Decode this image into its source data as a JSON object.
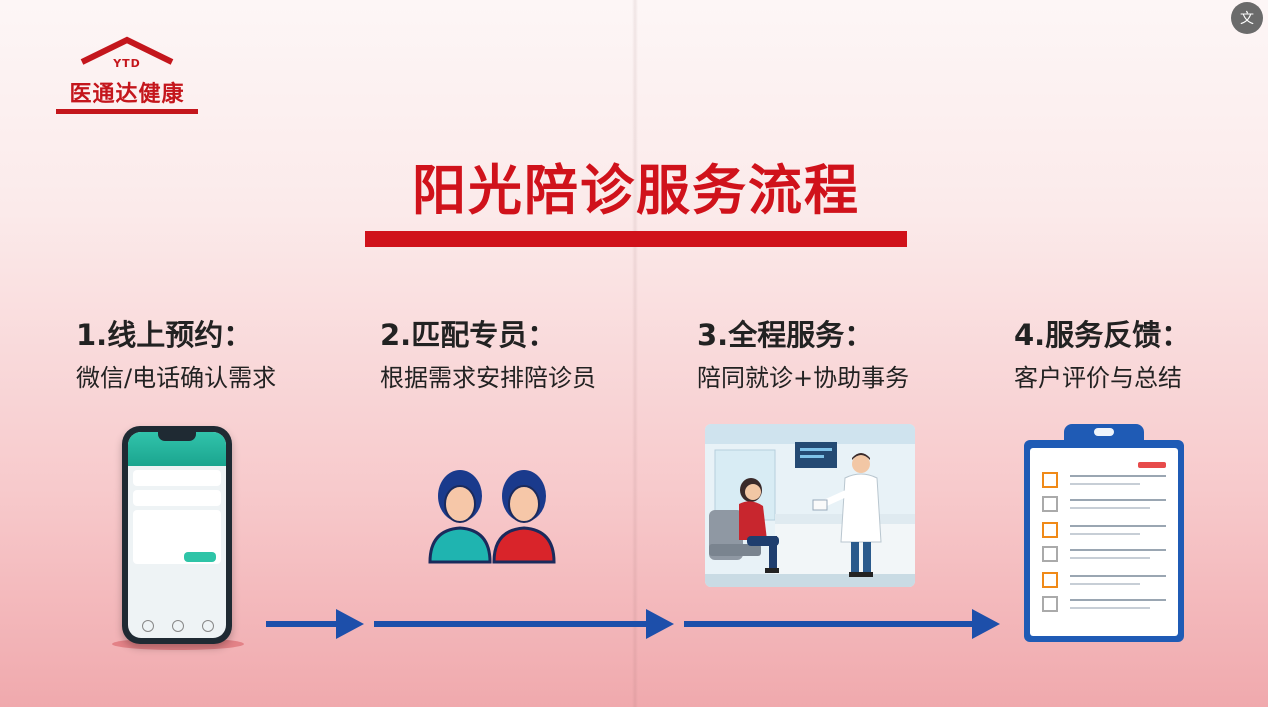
{
  "brand": {
    "abbr": "YTD",
    "name": "医通达健康",
    "color": "#c4161c"
  },
  "translate_icon": "translate-icon",
  "title": "阳光陪诊服务流程",
  "accent_color": "#d0121b",
  "arrow_color": "#1d4faa",
  "steps": [
    {
      "heading": "1.线上预约：",
      "description": "微信/电话确认需求",
      "icon": "smartphone-app-icon"
    },
    {
      "heading": "2.匹配专员：",
      "description": "根据需求安排陪诊员",
      "icon": "two-people-icon"
    },
    {
      "heading": "3.全程服务：",
      "description": "陪同就诊+协助事务",
      "icon": "doctor-patient-scene-icon"
    },
    {
      "heading": "4.服务反馈：",
      "description": "客户评价与总结",
      "icon": "clipboard-checklist-icon"
    }
  ]
}
